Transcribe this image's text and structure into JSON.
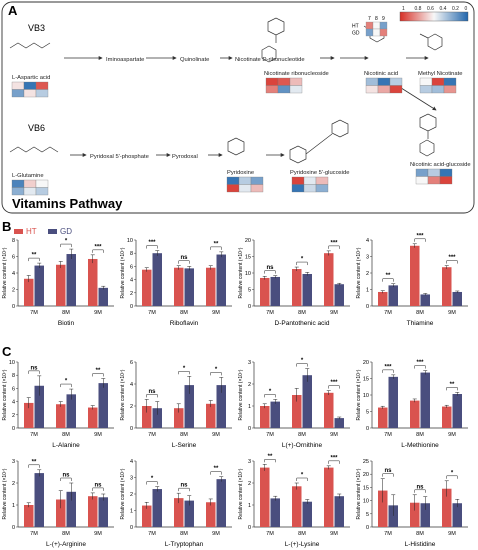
{
  "panel_a": {
    "letter": "A",
    "vb3_label": "VB3",
    "vb6_label": "VB6",
    "footer_title": "Vitamins Pathway",
    "compounds": {
      "aspartic": "L-Aspartic acid",
      "iminoaspartate": "Iminoaspartate",
      "quinolinate": "Quinolinate",
      "nicotinate_d_ribo": "Nicotinate D-ribonucleotide",
      "nicotinate_ribo": "Nicotinate ribonucleoside",
      "nicotinic": "Nicotinic acid",
      "methyl_nicotinate": "Methyl Nicotinate",
      "glutamine": "L-Glutamine",
      "pyridoxal_5p": "Pyridoxal 5'-phosphate",
      "pyrodoxal": "Pyrodoxal",
      "pyridoxine": "Pyridoxine",
      "pyridoxine_glucoside": "Pyridoxine 5'-glucoside",
      "nicotinic_glucoside": "Nicotinic acid-glucoside"
    },
    "heat_legend": {
      "months": [
        "7",
        "8",
        "9"
      ],
      "groups": [
        "HT",
        "GD"
      ],
      "scale_ticks": [
        "1",
        "0.8",
        "0.6",
        "0.4",
        "0.2",
        "0"
      ]
    },
    "colors": {
      "high": "#d73027",
      "mid": "#f7f7f7",
      "low": "#2166ac"
    },
    "heatmaps": {
      "aspartic": [
        [
          0.55,
          0.05,
          0.9
        ],
        [
          0.2,
          0.55,
          0.35
        ]
      ],
      "nicotinate_ribo": [
        [
          0.95,
          0.9,
          0.65
        ],
        [
          0.8,
          0.15,
          0.45
        ]
      ],
      "nicotinic": [
        [
          0.3,
          0.05,
          0.35
        ],
        [
          0.55,
          0.7,
          0.95
        ]
      ],
      "methyl_nicotinate": [
        [
          0.5,
          0.95,
          0.05
        ],
        [
          0.35,
          0.3,
          0.75
        ]
      ],
      "glutamine": [
        [
          0.1,
          0.6,
          0.5
        ],
        [
          0.25,
          0.45,
          0.35
        ]
      ],
      "pyridoxine": [
        [
          0.05,
          0.35,
          0.2
        ],
        [
          0.95,
          0.45,
          0.65
        ]
      ],
      "pyridoxine_glucoside": [
        [
          0.95,
          0.45,
          0.65
        ],
        [
          0.05,
          0.4,
          0.25
        ]
      ],
      "nicotinic_glucoside": [
        [
          0.2,
          0.35,
          0.05
        ],
        [
          0.5,
          0.8,
          0.95
        ]
      ]
    }
  },
  "legend_bc": {
    "ht": "HT",
    "gd": "GD",
    "ht_color": "#d9534f",
    "gd_color": "#4a4e7e"
  },
  "panel_b_letter": "B",
  "panel_c_letter": "C",
  "ylabel": "Relative content (×10⁷)",
  "chart_data": [
    {
      "type": "bar",
      "title": "Biotin",
      "categories": [
        "7M",
        "8M",
        "9M"
      ],
      "ylim": [
        0,
        8
      ],
      "yticks": [
        0,
        2,
        4,
        6,
        8
      ],
      "ylabel": "Relative content (×10⁷)",
      "series": [
        {
          "name": "HT",
          "values": [
            3.3,
            5.0,
            5.7
          ],
          "errors": [
            0.4,
            0.4,
            0.5
          ]
        },
        {
          "name": "GD",
          "values": [
            4.9,
            6.3,
            2.2
          ],
          "errors": [
            0.3,
            0.6,
            0.2
          ]
        }
      ],
      "significance": [
        "**",
        "*",
        "***"
      ]
    },
    {
      "type": "bar",
      "title": "Riboflavin",
      "categories": [
        "7M",
        "8M",
        "9M"
      ],
      "ylim": [
        0,
        10
      ],
      "yticks": [
        0,
        2,
        4,
        6,
        8,
        10
      ],
      "ylabel": "Relative content (×10⁷)",
      "series": [
        {
          "name": "HT",
          "values": [
            5.5,
            5.8,
            5.8
          ],
          "errors": [
            0.3,
            0.3,
            0.3
          ]
        },
        {
          "name": "GD",
          "values": [
            8.0,
            5.7,
            7.8
          ],
          "errors": [
            0.4,
            0.3,
            0.4
          ]
        }
      ],
      "significance": [
        "***",
        "ns",
        "**"
      ]
    },
    {
      "type": "bar",
      "title": "D-Pantothenic acid",
      "categories": [
        "7M",
        "8M",
        "9M"
      ],
      "ylim": [
        0,
        20
      ],
      "yticks": [
        0,
        5,
        10,
        15,
        20
      ],
      "ylabel": "Relative content (×10⁷)",
      "series": [
        {
          "name": "HT",
          "values": [
            8.5,
            11.2,
            16.0
          ],
          "errors": [
            0.5,
            0.6,
            0.7
          ]
        },
        {
          "name": "GD",
          "values": [
            8.8,
            9.7,
            6.6
          ],
          "errors": [
            0.4,
            0.5,
            0.3
          ]
        }
      ],
      "significance": [
        "ns",
        "*",
        "***"
      ]
    },
    {
      "type": "bar",
      "title": "Thiamine",
      "categories": [
        "7M",
        "8M",
        "9M"
      ],
      "ylim": [
        0,
        4
      ],
      "yticks": [
        0,
        1,
        2,
        3,
        4
      ],
      "ylabel": "Relative content (×10⁷)",
      "series": [
        {
          "name": "HT",
          "values": [
            0.85,
            3.65,
            2.35
          ],
          "errors": [
            0.08,
            0.12,
            0.1
          ]
        },
        {
          "name": "GD",
          "values": [
            1.25,
            0.7,
            0.85
          ],
          "errors": [
            0.1,
            0.06,
            0.06
          ]
        }
      ],
      "significance": [
        "**",
        "***",
        "***"
      ]
    },
    {
      "type": "bar",
      "title": "L-Alanine",
      "categories": [
        "7M",
        "8M",
        "9M"
      ],
      "ylim": [
        0,
        10
      ],
      "yticks": [
        0,
        2,
        4,
        6,
        8,
        10
      ],
      "ylabel": "Relative content (×10⁷)",
      "series": [
        {
          "name": "HT",
          "values": [
            3.8,
            3.6,
            3.1
          ],
          "errors": [
            0.8,
            0.4,
            0.3
          ]
        },
        {
          "name": "GD",
          "values": [
            6.4,
            5.1,
            6.8
          ],
          "errors": [
            1.5,
            0.8,
            0.7
          ]
        }
      ],
      "significance": [
        "ns",
        "*",
        "**"
      ]
    },
    {
      "type": "bar",
      "title": "L-Serine",
      "categories": [
        "7M",
        "8M",
        "9M"
      ],
      "ylim": [
        0,
        6
      ],
      "yticks": [
        0,
        2,
        4,
        6
      ],
      "ylabel": "Relative content (×10⁷)",
      "series": [
        {
          "name": "HT",
          "values": [
            2.0,
            1.8,
            2.2
          ],
          "errors": [
            0.6,
            0.4,
            0.3
          ]
        },
        {
          "name": "GD",
          "values": [
            1.8,
            3.9,
            3.9
          ],
          "errors": [
            0.6,
            0.8,
            0.7
          ]
        }
      ],
      "significance": [
        "ns",
        "*",
        "*"
      ]
    },
    {
      "type": "bar",
      "title": "L(+)-Ornithine",
      "categories": [
        "7M",
        "8M",
        "9M"
      ],
      "ylim": [
        0,
        3
      ],
      "yticks": [
        0,
        1,
        2,
        3
      ],
      "ylabel": "Relative content (×10⁷)",
      "series": [
        {
          "name": "HT",
          "values": [
            1.0,
            1.5,
            1.6
          ],
          "errors": [
            0.1,
            0.3,
            0.1
          ]
        },
        {
          "name": "GD",
          "values": [
            1.2,
            2.4,
            0.45
          ],
          "errors": [
            0.1,
            0.3,
            0.05
          ]
        }
      ],
      "significance": [
        "*",
        "*",
        "***"
      ]
    },
    {
      "type": "bar",
      "title": "L-Methionine",
      "categories": [
        "7M",
        "8M",
        "9M"
      ],
      "ylim": [
        0,
        20
      ],
      "yticks": [
        0,
        5,
        10,
        15,
        20
      ],
      "ylabel": "Relative content (×10⁷)",
      "series": [
        {
          "name": "HT",
          "values": [
            6.2,
            8.3,
            6.5
          ],
          "errors": [
            0.4,
            0.5,
            0.4
          ]
        },
        {
          "name": "GD",
          "values": [
            15.5,
            16.8,
            10.3
          ],
          "errors": [
            0.6,
            0.6,
            0.5
          ]
        }
      ],
      "significance": [
        "***",
        "***",
        "**"
      ]
    },
    {
      "type": "bar",
      "title": "L-(+)-Arginine",
      "categories": [
        "7M",
        "8M",
        "9M"
      ],
      "ylim": [
        0,
        3
      ],
      "yticks": [
        0,
        1,
        2,
        3
      ],
      "ylabel": "Relative content (×10⁷)",
      "series": [
        {
          "name": "HT",
          "values": [
            1.0,
            1.25,
            1.4
          ],
          "errors": [
            0.1,
            0.4,
            0.15
          ]
        },
        {
          "name": "GD",
          "values": [
            2.45,
            1.6,
            1.35
          ],
          "errors": [
            0.15,
            0.4,
            0.15
          ]
        }
      ],
      "significance": [
        "**",
        "ns",
        "ns"
      ]
    },
    {
      "type": "bar",
      "title": "L-Tryptophan",
      "categories": [
        "7M",
        "8M",
        "9M"
      ],
      "ylim": [
        0,
        4
      ],
      "yticks": [
        0,
        1,
        2,
        3,
        4
      ],
      "ylabel": "Relative content (×10⁷)",
      "series": [
        {
          "name": "HT",
          "values": [
            1.3,
            1.75,
            1.5
          ],
          "errors": [
            0.2,
            0.3,
            0.2
          ]
        },
        {
          "name": "GD",
          "values": [
            2.3,
            1.6,
            2.9
          ],
          "errors": [
            0.15,
            0.3,
            0.15
          ]
        }
      ],
      "significance": [
        "*",
        "ns",
        "**"
      ]
    },
    {
      "type": "bar",
      "title": "L-(+)-Lysine",
      "categories": [
        "7M",
        "8M",
        "9M"
      ],
      "ylim": [
        0,
        3
      ],
      "yticks": [
        0,
        1,
        2,
        3
      ],
      "ylabel": "Relative content (×10⁷)",
      "series": [
        {
          "name": "HT",
          "values": [
            2.7,
            1.85,
            2.7
          ],
          "errors": [
            0.15,
            0.15,
            0.08
          ]
        },
        {
          "name": "GD",
          "values": [
            1.3,
            1.15,
            1.4
          ],
          "errors": [
            0.1,
            0.1,
            0.1
          ]
        }
      ],
      "significance": [
        "**",
        "*",
        "***"
      ]
    },
    {
      "type": "bar",
      "title": "L-Histidine",
      "categories": [
        "7M",
        "8M",
        "9M"
      ],
      "ylim": [
        0,
        25
      ],
      "yticks": [
        0,
        5,
        10,
        15,
        20,
        25
      ],
      "ylabel": "Relative content (×10⁷)",
      "series": [
        {
          "name": "HT",
          "values": [
            13.8,
            9.2,
            14.5
          ],
          "errors": [
            4.5,
            3.0,
            3.0
          ]
        },
        {
          "name": "GD",
          "values": [
            8.2,
            9.0,
            9.0
          ],
          "errors": [
            4.0,
            2.5,
            1.5
          ]
        }
      ],
      "significance": [
        "ns",
        "ns",
        "*"
      ]
    }
  ]
}
